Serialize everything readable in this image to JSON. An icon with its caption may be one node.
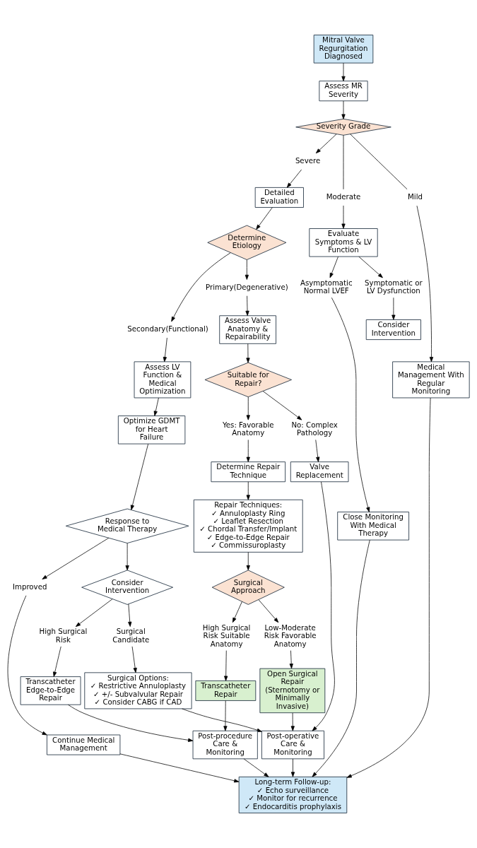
{
  "diagram": {
    "nodes": [
      {
        "text": [
          "Mitral Valve Regurgitation Diagnosed"
        ]
      },
      {
        "text": [
          "Assess MR Severity"
        ]
      },
      {
        "text": [
          "Severity Grade"
        ]
      },
      {
        "text": [
          "Mild"
        ]
      },
      {
        "text": [
          "Moderate"
        ]
      },
      {
        "text": [
          "Severe"
        ]
      },
      {
        "text": [
          "Detailed Evaluation"
        ]
      },
      {
        "text": [
          "Determine Etiology"
        ]
      },
      {
        "text": [
          "Primary(Degenerative)"
        ]
      },
      {
        "text": [
          "Secondary(Functional)"
        ]
      },
      {
        "text": [
          "Assess Valve Anatomy & Repairability"
        ]
      },
      {
        "text": [
          "Assess LV Function & Medical Optimization"
        ]
      },
      {
        "text": [
          "Optimize GDMT for Heart Failure"
        ]
      },
      {
        "text": [
          "Suitable for Repair?"
        ]
      },
      {
        "text": [
          "Yes: Favorable Anatomy"
        ]
      },
      {
        "text": [
          "No: Complex Pathology"
        ]
      },
      {
        "text": [
          "Response to Medical Therapy"
        ]
      },
      {
        "text": [
          "Improved"
        ]
      },
      {
        "text": [
          "Determine Repair Technique"
        ]
      },
      {
        "text": [
          "Repair Techniques:",
          "✓ Annuloplasty Ring",
          "✓ Leaflet Resection",
          "✓ Chordal Transfer/Implant",
          "✓ Edge-to-Edge Repair",
          "✓ Commissuroplasty"
        ]
      },
      {
        "text": [
          "Consider Intervention"
        ]
      },
      {
        "text": [
          "Surgical Candidate"
        ]
      },
      {
        "text": [
          "High Surgical Risk"
        ]
      },
      {
        "text": [
          "Surgical Approach"
        ]
      },
      {
        "text": [
          "Valve Replacement"
        ]
      },
      {
        "text": [
          "Surgical Options:",
          "✓ Restrictive Annuloplasty",
          "✓ +/- Subvalvular Repair",
          "✓ Consider CABG if CAD"
        ]
      },
      {
        "text": [
          "Low-Moderate Risk Favorable Anatomy"
        ]
      },
      {
        "text": [
          "High Surgical Risk Suitable Anatomy"
        ]
      },
      {
        "text": [
          "Open Surgical Repair (Sternotomy or Minimally Invasive)"
        ]
      },
      {
        "text": [
          "Transcatheter Repair"
        ]
      },
      {
        "text": [
          "Transcatheter Edge-to-Edge Repair"
        ]
      },
      {
        "text": [
          "Evaluate Symptoms & LV Function"
        ]
      },
      {
        "text": [
          "Symptomatic or LV Dysfunction"
        ]
      },
      {
        "text": [
          "Consider Intervention"
        ]
      },
      {
        "text": [
          "Post-operative Care & Monitoring"
        ]
      },
      {
        "text": [
          "Continue Medical Management"
        ]
      },
      {
        "text": [
          "Post-procedure Care & Monitoring"
        ]
      },
      {
        "text": [
          "Asymptomatic Normal LVEF"
        ]
      },
      {
        "text": [
          "Close Monitoring With Medical Therapy"
        ]
      },
      {
        "text": [
          "Long-term Follow-up:",
          "✓ Echo surveillance",
          "✓ Monitor for recurrence",
          "✓ Endocarditis prophylaxis"
        ]
      },
      {
        "text": [
          "Medical Management With Regular Monitoring"
        ]
      }
    ],
    "edges": [
      {
        "from": 0,
        "to": 1,
        "arrow": "to"
      },
      {
        "from": 1,
        "to": 2,
        "arrow": "to"
      },
      {
        "from": 2,
        "to": 3,
        "arrow": "none"
      },
      {
        "from": 2,
        "to": 4,
        "arrow": "none"
      },
      {
        "from": 2,
        "to": 5,
        "arrow": "to"
      },
      {
        "from": 5,
        "to": 6,
        "arrow": "to"
      },
      {
        "from": 6,
        "to": 7,
        "arrow": "to"
      },
      {
        "from": 7,
        "to": 8,
        "arrow": "to"
      },
      {
        "from": 7,
        "to": 9,
        "arrow": "to"
      },
      {
        "from": 8,
        "to": 10,
        "arrow": "to"
      },
      {
        "from": 9,
        "to": 11,
        "arrow": "to"
      },
      {
        "from": 11,
        "to": 12,
        "arrow": "to"
      },
      {
        "from": 12,
        "to": 16,
        "arrow": "to"
      },
      {
        "from": 10,
        "to": 13,
        "arrow": "to"
      },
      {
        "from": 13,
        "to": 14,
        "arrow": "to"
      },
      {
        "from": 13,
        "to": 15,
        "arrow": "to"
      },
      {
        "from": 16,
        "to": 17,
        "arrow": "to"
      },
      {
        "from": 16,
        "to": 20,
        "arrow": "to"
      },
      {
        "from": 14,
        "to": 18,
        "arrow": "to"
      },
      {
        "from": 18,
        "to": 19,
        "arrow": "to"
      },
      {
        "from": 19,
        "to": 23,
        "arrow": "to"
      },
      {
        "from": 20,
        "to": 21,
        "arrow": "to"
      },
      {
        "from": 20,
        "to": 22,
        "arrow": "to"
      },
      {
        "from": 15,
        "to": 24,
        "arrow": "to"
      },
      {
        "from": 21,
        "to": 25,
        "arrow": "to"
      },
      {
        "from": 23,
        "to": 26,
        "arrow": "to"
      },
      {
        "from": 23,
        "to": 27,
        "arrow": "to"
      },
      {
        "from": 26,
        "to": 28,
        "arrow": "to"
      },
      {
        "from": 27,
        "to": 29,
        "arrow": "to"
      },
      {
        "from": 22,
        "to": 30,
        "arrow": "to"
      },
      {
        "from": 4,
        "to": 31,
        "arrow": "to"
      },
      {
        "from": 31,
        "to": 32,
        "arrow": "to"
      },
      {
        "from": 32,
        "to": 33,
        "arrow": "to"
      },
      {
        "from": 28,
        "to": 34,
        "arrow": "to"
      },
      {
        "from": 25,
        "to": 34,
        "arrow": "to"
      },
      {
        "from": 24,
        "to": 34,
        "arrow": "to"
      },
      {
        "from": 17,
        "to": 35,
        "arrow": "to"
      },
      {
        "from": 29,
        "to": 36,
        "arrow": "to"
      },
      {
        "from": 30,
        "to": 36,
        "arrow": "to"
      },
      {
        "from": 31,
        "to": 37,
        "arrow": "to"
      },
      {
        "from": 37,
        "to": 38,
        "arrow": "to"
      },
      {
        "from": 34,
        "to": 39,
        "arrow": "to"
      },
      {
        "from": 35,
        "to": 39,
        "arrow": "to"
      },
      {
        "from": 36,
        "to": 39,
        "arrow": "to"
      },
      {
        "from": 38,
        "to": 39,
        "arrow": "to"
      },
      {
        "from": 3,
        "to": 40,
        "arrow": "to"
      },
      {
        "from": 40,
        "to": 39,
        "arrow": "to"
      }
    ]
  }
}
